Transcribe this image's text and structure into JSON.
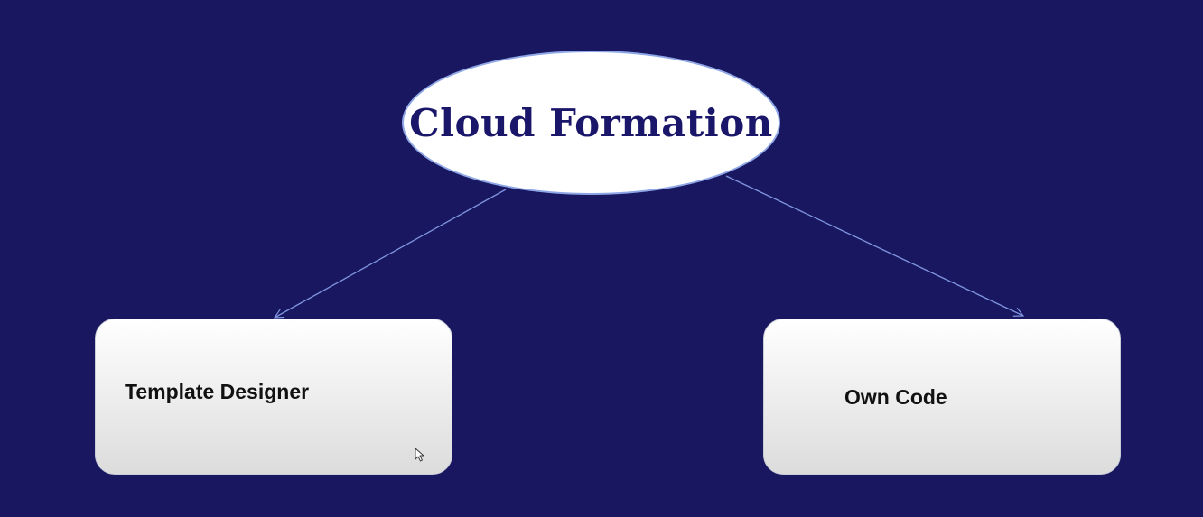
{
  "diagram": {
    "root": {
      "label": "Cloud Formation"
    },
    "children": [
      {
        "label": "Template Designer"
      },
      {
        "label": "Own Code"
      }
    ],
    "colors": {
      "background": "#19175f",
      "root_text": "#1a176a",
      "connector": "#7f95e0"
    }
  }
}
